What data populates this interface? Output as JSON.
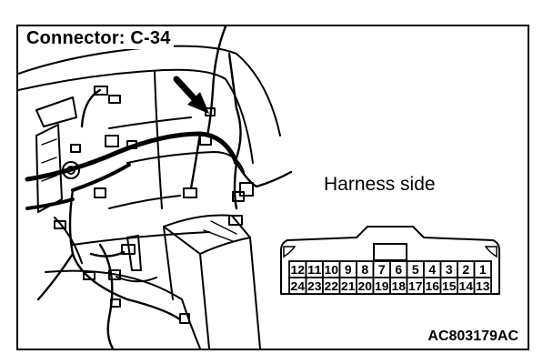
{
  "diagram": {
    "title": "Connector: C-34",
    "view_label": "Harness side",
    "reference_code": "AC803179AC",
    "connector": {
      "top_row_pins": [
        "12",
        "11",
        "10",
        "9",
        "8",
        "7",
        "6",
        "5",
        "4",
        "3",
        "2",
        "1"
      ],
      "bottom_row_pins": [
        "24",
        "23",
        "22",
        "21",
        "20",
        "19",
        "18",
        "17",
        "16",
        "15",
        "14",
        "13"
      ]
    },
    "colors": {
      "line": "#000000",
      "background": "#ffffff"
    }
  }
}
